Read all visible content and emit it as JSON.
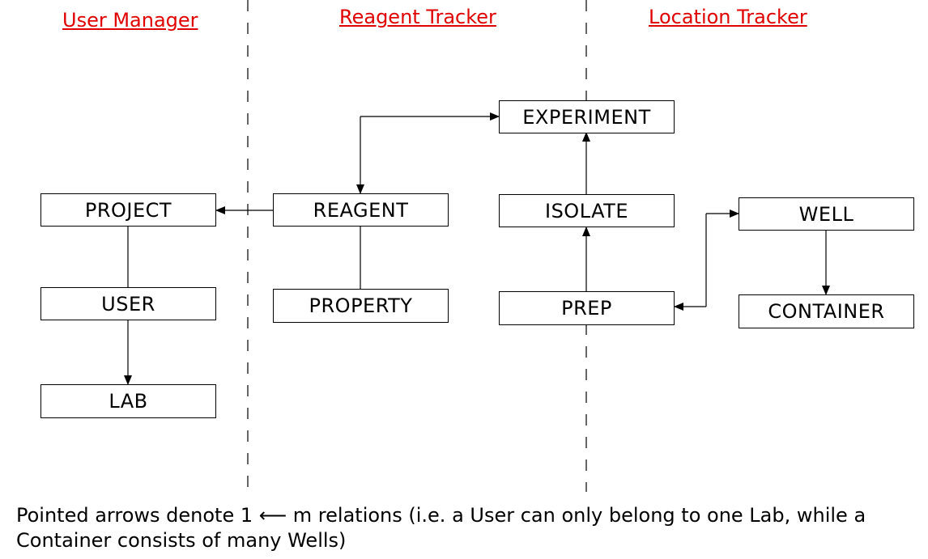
{
  "sections": {
    "user_manager": "User Manager",
    "reagent_tracker": "Reagent Tracker",
    "location_tracker": "Location Tracker"
  },
  "entities": {
    "project": "PROJECT",
    "user": "USER",
    "lab": "LAB",
    "reagent": "REAGENT",
    "property": "PROPERTY",
    "experiment": "EXPERIMENT",
    "isolate": "ISOLATE",
    "prep": "PREP",
    "well": "WELL",
    "container": "CONTAINER"
  },
  "caption": {
    "line1": "Pointed arrows denote 1 ⟵ m relations (i.e. a User can only belong to one Lab, while a",
    "line2": "Container consists of many Wells)"
  },
  "colors": {
    "section_title": "#e00000",
    "lines": "#000000"
  }
}
